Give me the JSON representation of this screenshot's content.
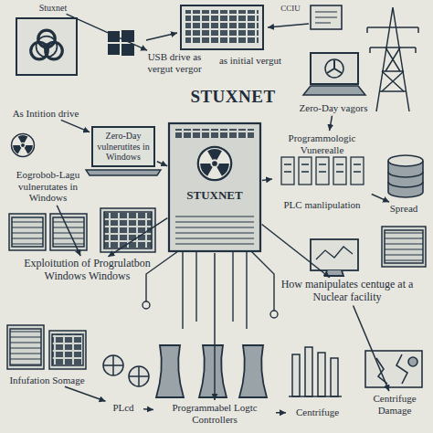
{
  "diagram": {
    "title": "STUXNET",
    "nodes": [
      {
        "text": [
          "Stuxnet"
        ]
      },
      {
        "text": [
          "USB drive as vergut vergor"
        ]
      },
      {
        "text": [
          "Zero-Day vagors"
        ]
      },
      {
        "text": [
          "As Intition drive"
        ]
      },
      {
        "text": [
          "Zero-Day vulnerutites in Windows"
        ]
      },
      {
        "text": [
          "Eogrobob-Lagu vulnerutates in Windows"
        ]
      },
      {
        "text": [
          "STUXNET"
        ]
      },
      {
        "text": [
          "Programmologic Vunerealle",
          "PLC manlipulation"
        ]
      },
      {
        "text": [
          "Spread"
        ]
      },
      {
        "text": [
          "Exploitution of Progrulatbon Windows Windows"
        ]
      },
      {
        "text": [
          "How manipulates centuge at a Nuclear facility"
        ]
      },
      {
        "text": [
          "Infufation Somage"
        ]
      },
      {
        "text": [
          "PLcd"
        ]
      },
      {
        "text": [
          "Programmabel Logtc Controllers"
        ]
      },
      {
        "text": [
          "Centrifuge"
        ]
      },
      {
        "text": [
          "Centrifuge Damage"
        ]
      }
    ],
    "edges": [
      {
        "from": 0,
        "to": 1,
        "arrow": "to"
      },
      {
        "from": 3,
        "to": 4,
        "arrow": "to"
      },
      {
        "from": 4,
        "to": 6,
        "arrow": "to"
      },
      {
        "from": 2,
        "to": 7,
        "arrow": "to"
      },
      {
        "from": 6,
        "to": 7,
        "arrow": "to"
      },
      {
        "from": 7,
        "to": 8,
        "arrow": "to"
      },
      {
        "from": 5,
        "to": 9,
        "arrow": "to"
      },
      {
        "from": 6,
        "to": 9,
        "arrow": "to"
      },
      {
        "from": 6,
        "to": 10,
        "arrow": "to"
      },
      {
        "from": 6,
        "to": 13,
        "arrow": "to"
      },
      {
        "from": 10,
        "to": 15,
        "arrow": "to"
      },
      {
        "from": 11,
        "to": 12,
        "arrow": "to"
      },
      {
        "from": 12,
        "to": 13,
        "arrow": "to"
      },
      {
        "from": 13,
        "to": 14,
        "arrow": "to"
      }
    ],
    "labels": [
      "as initial vergut",
      "CCIU"
    ]
  }
}
